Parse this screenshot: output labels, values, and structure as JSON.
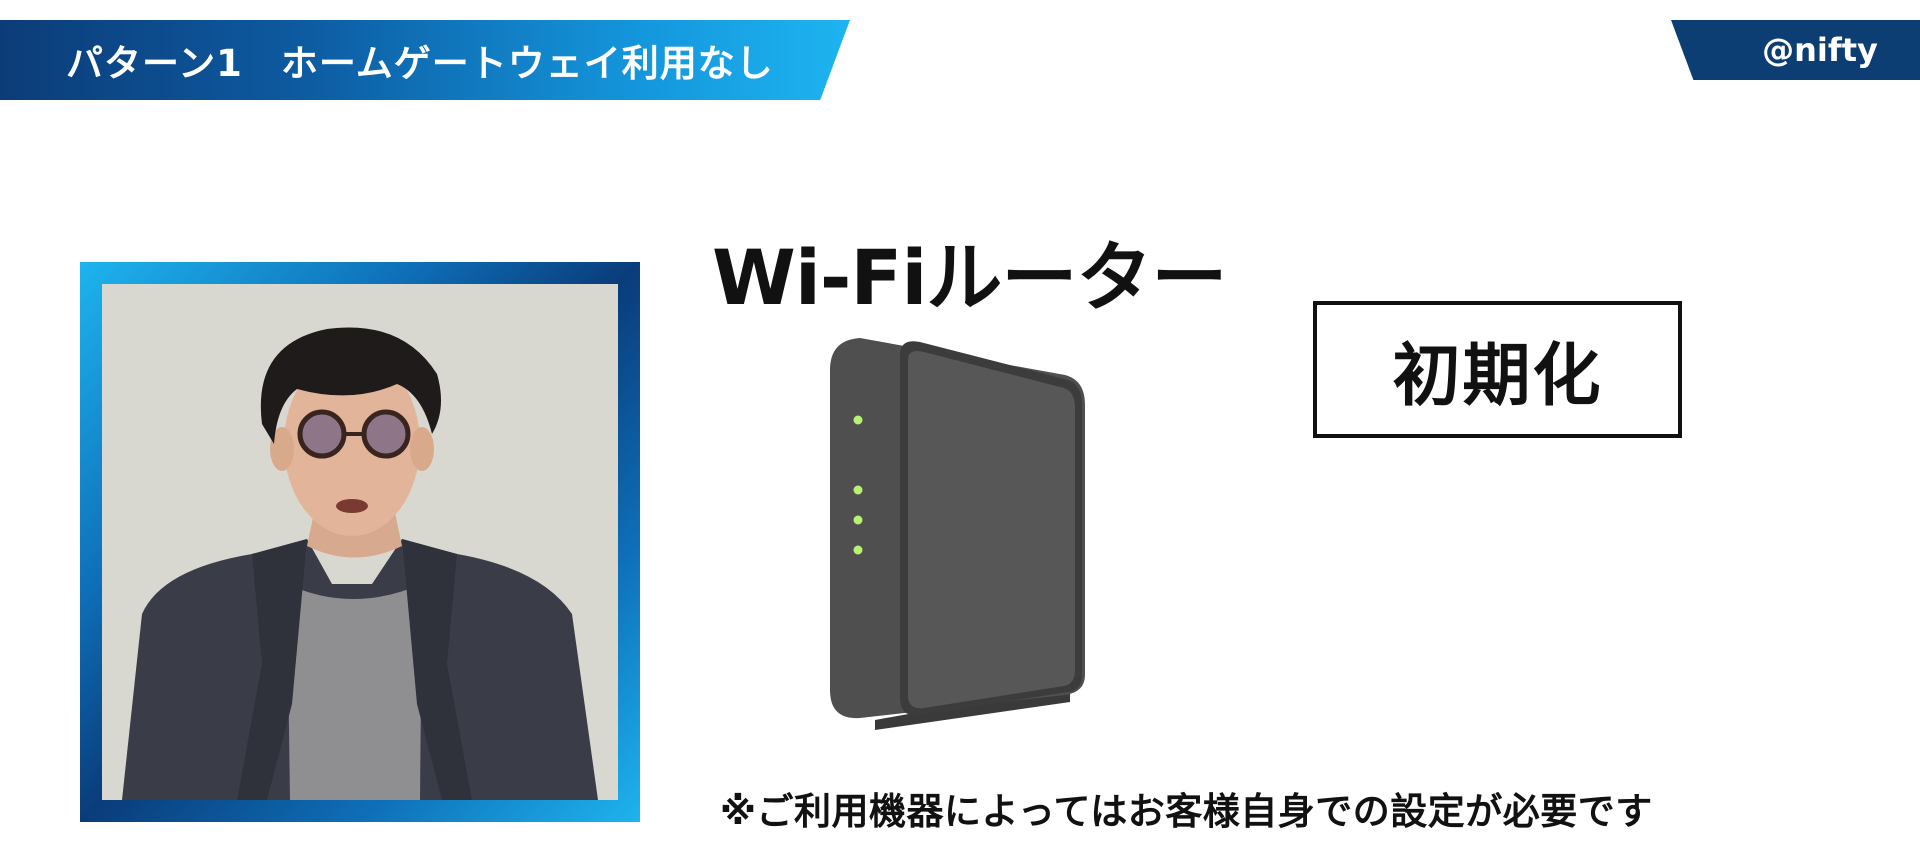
{
  "header": {
    "title": "パターン1　ホームゲートウェイ利用なし"
  },
  "brand": {
    "label": "@nifty"
  },
  "presenter": {
    "frame_colors": [
      "#1eb4ee",
      "#0a3c7a"
    ]
  },
  "product": {
    "title": "Wi-Fiルーター",
    "icon": "wifi-router-icon",
    "led_color": "#b8f070"
  },
  "action": {
    "label": "初期化"
  },
  "footnote": {
    "text": "※ご利用機器によってはお客様自身での設定が必要です"
  },
  "colors": {
    "banner_dark": "#0c3c78",
    "banner_light": "#1eb4f0",
    "brand_bg": "#0c3e73"
  }
}
